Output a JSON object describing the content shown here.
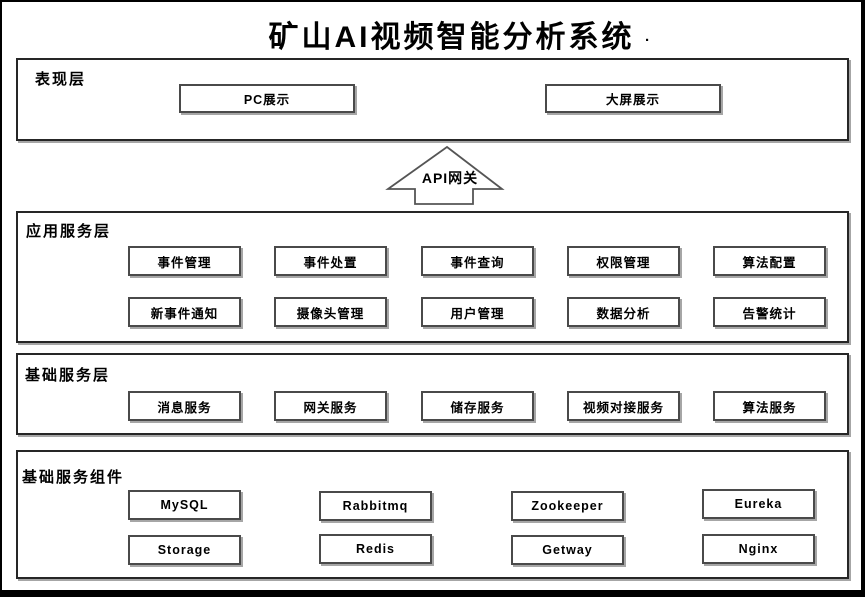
{
  "title": "矿山AI视频智能分析系统",
  "title_dot": ".",
  "api_gateway_label": "API网关",
  "colors": {
    "outer_border": "#000000",
    "layer_border": "#262626",
    "node_border": "#4a4a4a",
    "shadow": "#a6a6a6",
    "background": "#ffffff"
  },
  "layers": [
    {
      "name": "表现层",
      "rows": [
        [
          "PC展示",
          "大屏展示"
        ]
      ]
    },
    {
      "name": "应用服务层",
      "rows": [
        [
          "事件管理",
          "事件处置",
          "事件查询",
          "权限管理",
          "算法配置"
        ],
        [
          "新事件通知",
          "摄像头管理",
          "用户管理",
          "数据分析",
          "告警统计"
        ]
      ]
    },
    {
      "name": "基础服务层",
      "rows": [
        [
          "消息服务",
          "网关服务",
          "储存服务",
          "视频对接服务",
          "算法服务"
        ]
      ]
    },
    {
      "name": "基础服务组件",
      "rows": [
        [
          "MySQL",
          "Rabbitmq",
          "Zookeeper",
          "Eureka"
        ],
        [
          "Storage",
          "Redis",
          "Getway",
          "Nginx"
        ]
      ]
    }
  ]
}
